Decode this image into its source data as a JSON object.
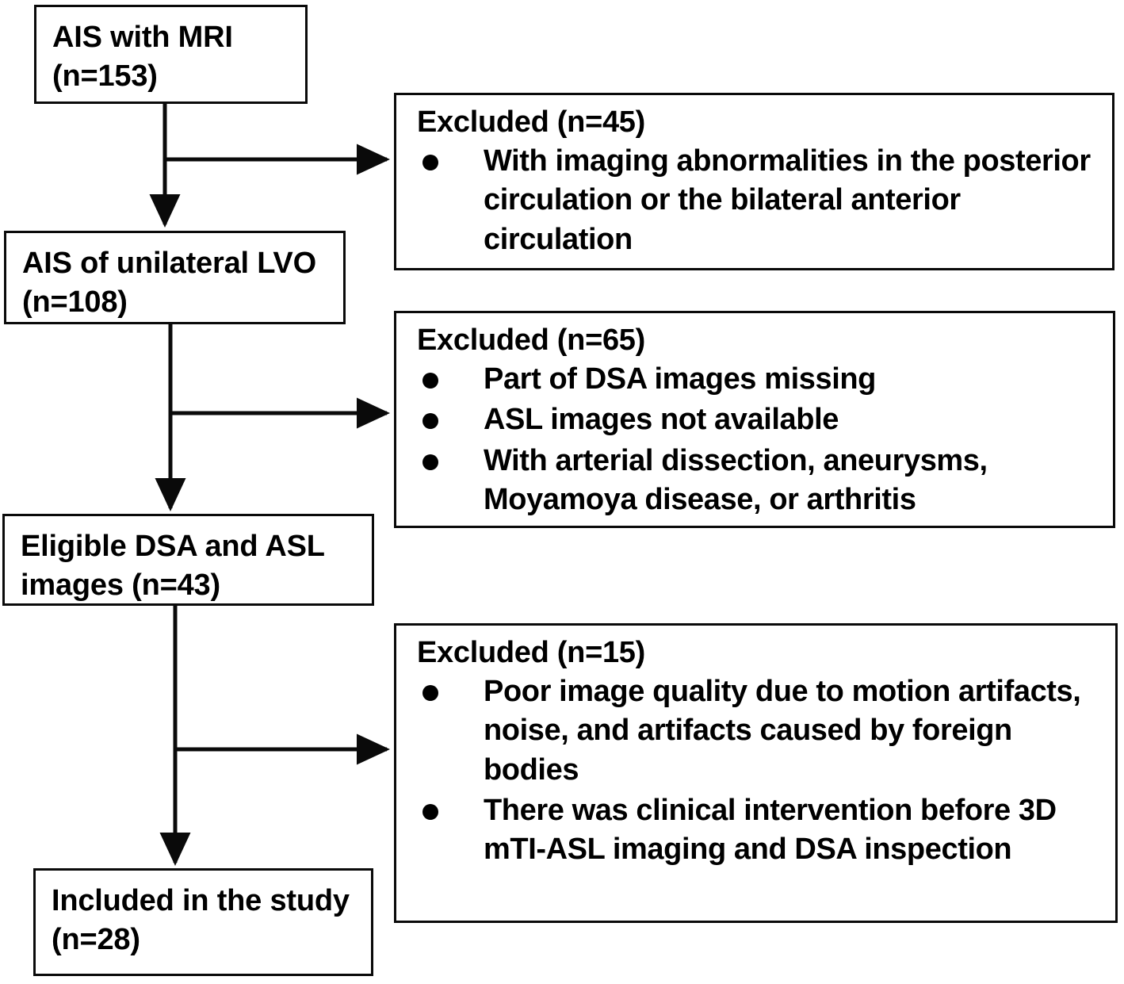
{
  "diagram": {
    "title": "Study participant flow diagram",
    "stroke_color": "#0a0a0a",
    "fill_color": "#ffffff",
    "text_color": "#000000"
  },
  "main_boxes": [
    {
      "id": "ais-with-mri",
      "text": "AIS with MRI\n(n=153)"
    },
    {
      "id": "ais-unilateral-lvo",
      "text": "AIS of unilateral LVO\n(n=108)"
    },
    {
      "id": "eligible-dsa-asl",
      "text": "Eligible DSA and ASL\nimages (n=43)"
    },
    {
      "id": "included-in-study",
      "text": "Included in the study\n(n=28)"
    }
  ],
  "exclusion_boxes": [
    {
      "id": "excluded-45",
      "heading": "Excluded (n=45)",
      "items": [
        "With imaging abnormalities in the posterior circulation or the bilateral anterior circulation"
      ]
    },
    {
      "id": "excluded-65",
      "heading": "Excluded (n=65)",
      "items": [
        "Part of DSA images missing",
        "ASL images not available",
        "With arterial dissection, aneurysms, Moyamoya disease, or arthritis"
      ]
    },
    {
      "id": "excluded-15",
      "heading": "Excluded (n=15)",
      "items": [
        "Poor image quality due to motion artifacts, noise, and artifacts caused by foreign bodies",
        "There was clinical intervention before 3D mTI-ASL imaging and DSA inspection"
      ]
    }
  ]
}
